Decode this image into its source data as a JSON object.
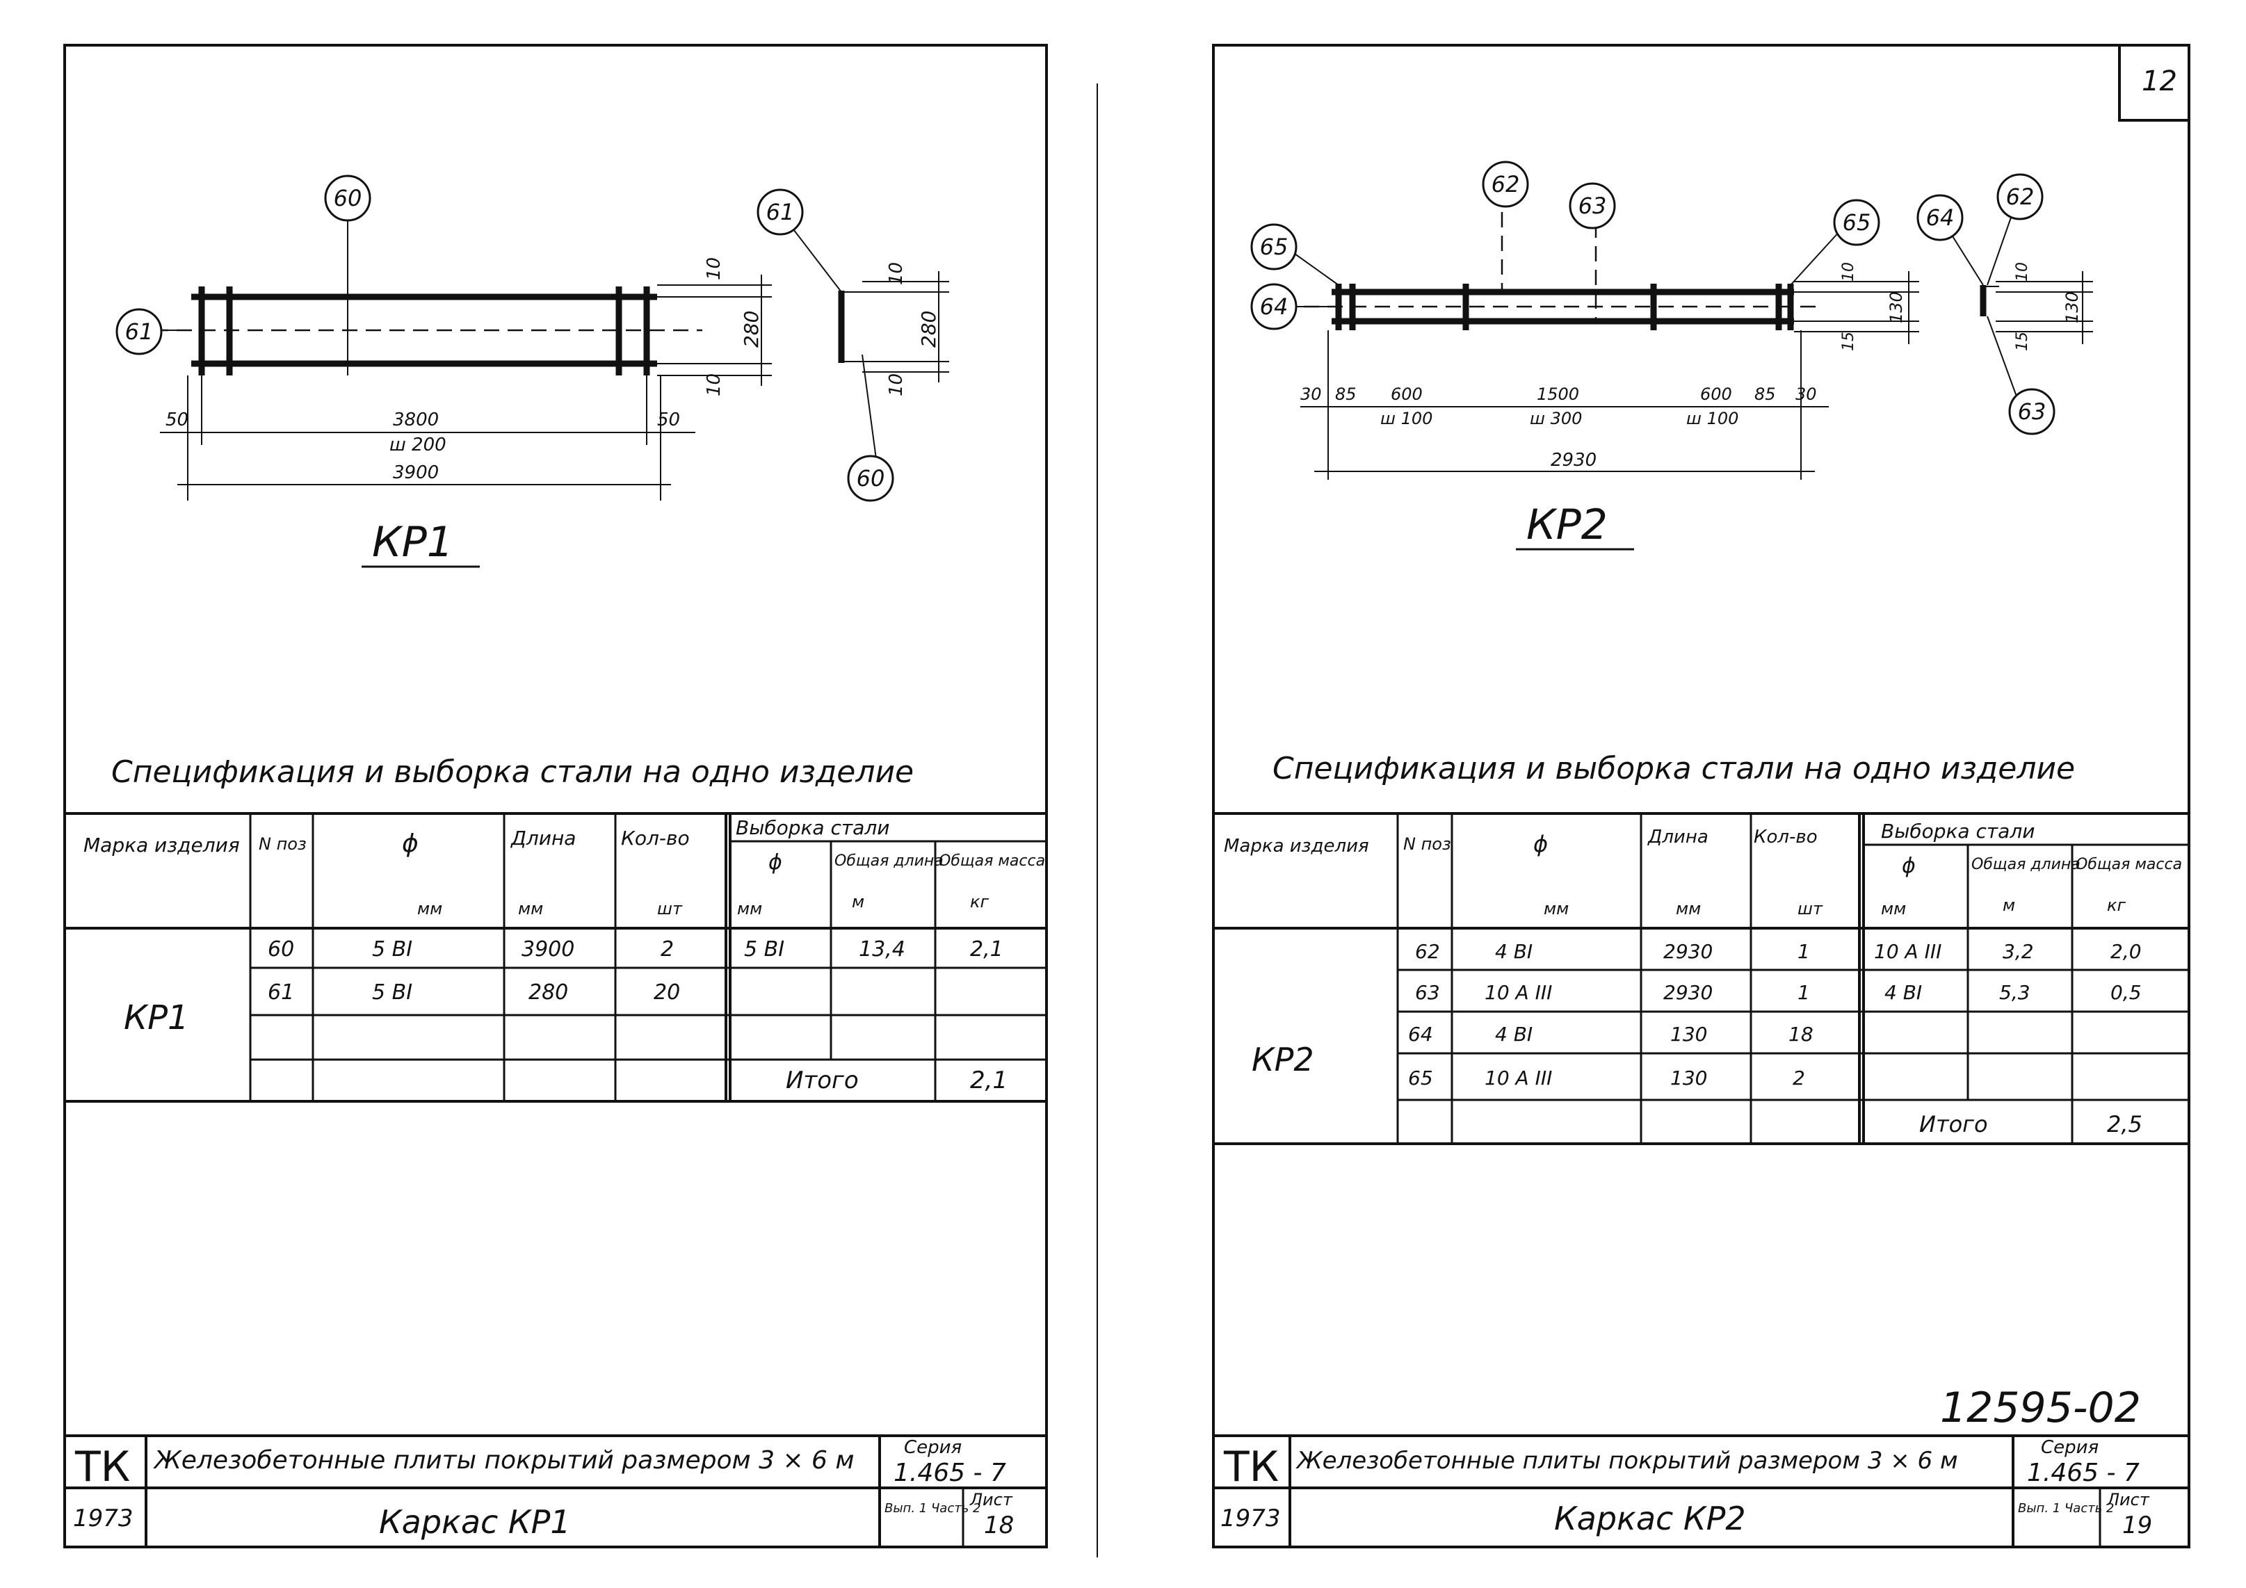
{
  "left_sheet": {
    "drawing": {
      "title": "КР1",
      "callouts": [
        "60",
        "61",
        "61",
        "60"
      ],
      "dims": {
        "top_10": "10",
        "height_280": "280",
        "bottom_10": "10",
        "end_50_left": "50",
        "inner_len": "3800",
        "step": "ш 200",
        "end_50_right": "50",
        "total_len": "3900",
        "sec_10_top": "10",
        "sec_280": "280",
        "sec_10_bot": "10"
      }
    },
    "spec_title": "Спецификация и выборка стали на одно изделие",
    "table": {
      "h_mark": "Марка изделия",
      "h_pos": "N поз",
      "h_dia": "ϕ",
      "h_len": "Длина",
      "h_qty": "Кол-во",
      "h_sel": "Выборка стали",
      "h_sel_dia": "ϕ",
      "h_sel_total_len": "Общая длина",
      "h_sel_total_mass": "Общая масса",
      "u_dia": "мм",
      "u_len": "мм",
      "u_qty": "шт",
      "u_sel_dia": "мм",
      "u_sel_len": "м",
      "u_sel_mass": "кг",
      "mark": "КР1",
      "rows": [
        {
          "pos": "60",
          "dia": "5 BI",
          "len": "3900",
          "qty": "2"
        },
        {
          "pos": "61",
          "dia": "5 BI",
          "len": "280",
          "qty": "20"
        }
      ],
      "sel_rows": [
        {
          "dia": "5 BI",
          "len": "13,4",
          "mass": "2,1"
        }
      ],
      "total_label": "Итого",
      "total_value": "2,1"
    },
    "title_block": {
      "org": "ТК",
      "title": "Железобетонные плиты покрытий размером 3 × 6 м",
      "series_label": "Серия",
      "series_value": "1.465 - 7",
      "year": "1973",
      "name": "Каркас КР1",
      "issue": "Вып. 1 Часть 2",
      "sheet_label": "Лист",
      "sheet_value": "18"
    }
  },
  "right_sheet": {
    "page_num": "12",
    "drawing": {
      "title": "КР2",
      "callouts": [
        "62",
        "63",
        "65",
        "65",
        "64",
        "64",
        "62",
        "63"
      ],
      "dims": {
        "s30a": "30",
        "s85a": "85",
        "s600a": "600",
        "step_a": "ш 100",
        "s1500": "1500",
        "step_b": "ш 300",
        "s600b": "600",
        "step_c": "ш 100",
        "s85b": "85",
        "s30b": "30",
        "total": "2930",
        "v10": "10",
        "v130": "130",
        "v15": "15",
        "sec_10": "10",
        "sec_130": "130",
        "sec_15": "15"
      }
    },
    "spec_title": "Спецификация и выборка стали на одно изделие",
    "table": {
      "h_mark": "Марка изделия",
      "h_pos": "N поз",
      "h_dia": "ϕ",
      "h_len": "Длина",
      "h_qty": "Кол-во",
      "h_sel": "Выборка стали",
      "h_sel_dia": "ϕ",
      "h_sel_total_len": "Общая длина",
      "h_sel_total_mass": "Общая масса",
      "u_dia": "мм",
      "u_len": "мм",
      "u_qty": "шт",
      "u_sel_dia": "мм",
      "u_sel_len": "м",
      "u_sel_mass": "кг",
      "mark": "КР2",
      "rows": [
        {
          "pos": "62",
          "dia": "4 BI",
          "len": "2930",
          "qty": "1"
        },
        {
          "pos": "63",
          "dia": "10 A III",
          "len": "2930",
          "qty": "1"
        },
        {
          "pos": "64",
          "dia": "4 BI",
          "len": "130",
          "qty": "18"
        },
        {
          "pos": "65",
          "dia": "10 A III",
          "len": "130",
          "qty": "2"
        }
      ],
      "sel_rows": [
        {
          "dia": "10 A III",
          "len": "3,2",
          "mass": "2,0"
        },
        {
          "dia": "4 BI",
          "len": "5,3",
          "mass": "0,5"
        }
      ],
      "total_label": "Итого",
      "total_value": "2,5"
    },
    "archive_number": "12595-02",
    "title_block": {
      "org": "ТК",
      "title": "Железобетонные плиты покрытий размером 3 × 6 м",
      "series_label": "Серия",
      "series_value": "1.465 - 7",
      "year": "1973",
      "name": "Каркас КР2",
      "issue": "Вып. 1 Часть 2",
      "sheet_label": "Лист",
      "sheet_value": "19"
    }
  }
}
